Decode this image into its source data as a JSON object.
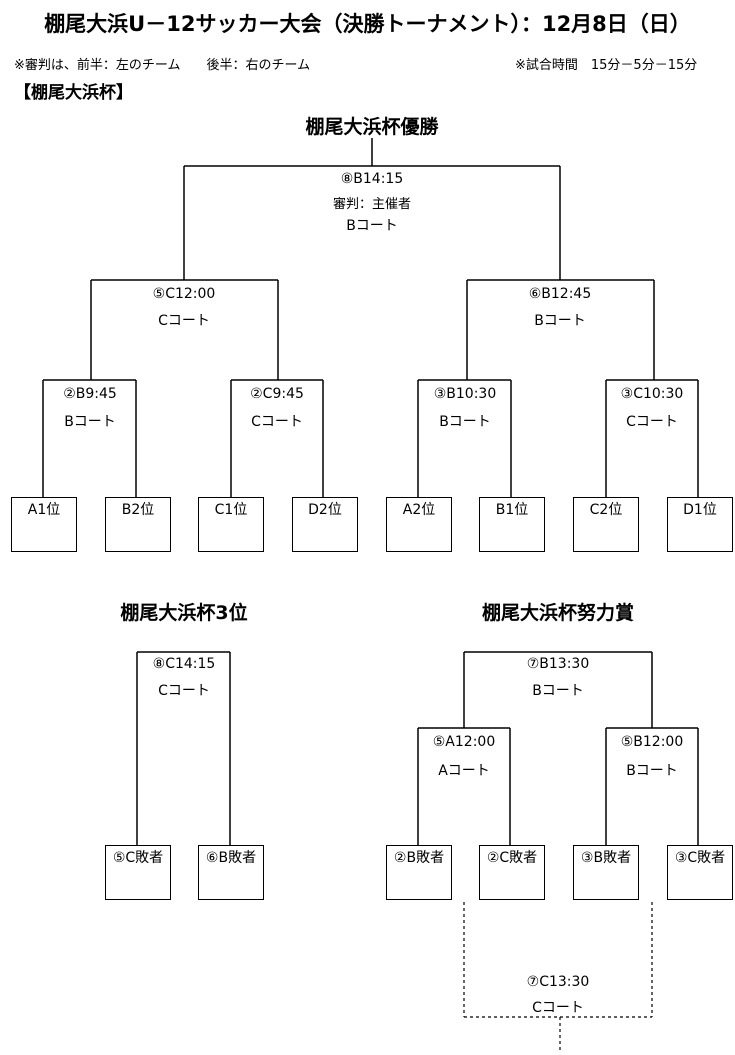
{
  "title": "棚尾大浜U－12サッカー大会（決勝トーナメント）：12月8日（日）",
  "note_referee": "※審判は、前半：左のチーム　　後半：右のチーム",
  "note_time": "※試合時間　15分－5分－15分",
  "section_label": "【棚尾大浜杯】",
  "cup": {
    "heading": "棚尾大浜杯優勝",
    "final": {
      "time": "⑧B14:15",
      "referee": "審判：主催者",
      "court": "Bコート"
    },
    "semi_left": {
      "time": "⑤C12:00",
      "court": "Cコート"
    },
    "semi_right": {
      "time": "⑥B12:45",
      "court": "Bコート"
    },
    "qf": [
      {
        "time": "②B9:45",
        "court": "Bコート"
      },
      {
        "time": "②C9:45",
        "court": "Cコート"
      },
      {
        "time": "③B10:30",
        "court": "Bコート"
      },
      {
        "time": "③C10:30",
        "court": "Cコート"
      }
    ],
    "teams": [
      "A1位",
      "B2位",
      "C1位",
      "D2位",
      "A2位",
      "B1位",
      "C2位",
      "D1位"
    ]
  },
  "third": {
    "heading": "棚尾大浜杯3位",
    "match": {
      "time": "⑧C14:15",
      "court": "Cコート"
    },
    "teams": [
      "⑤C敗者",
      "⑥B敗者"
    ]
  },
  "effort": {
    "heading": "棚尾大浜杯努力賞",
    "final": {
      "time": "⑦B13:30",
      "court": "Bコート"
    },
    "semi_left": {
      "time": "⑤A12:00",
      "court": "Aコート"
    },
    "semi_right": {
      "time": "⑤B12:00",
      "court": "Bコート"
    },
    "teams": [
      "②B敗者",
      "②C敗者",
      "③B敗者",
      "③C敗者"
    ],
    "extra": {
      "time": "⑦C13:30",
      "court": "Cコート"
    }
  }
}
